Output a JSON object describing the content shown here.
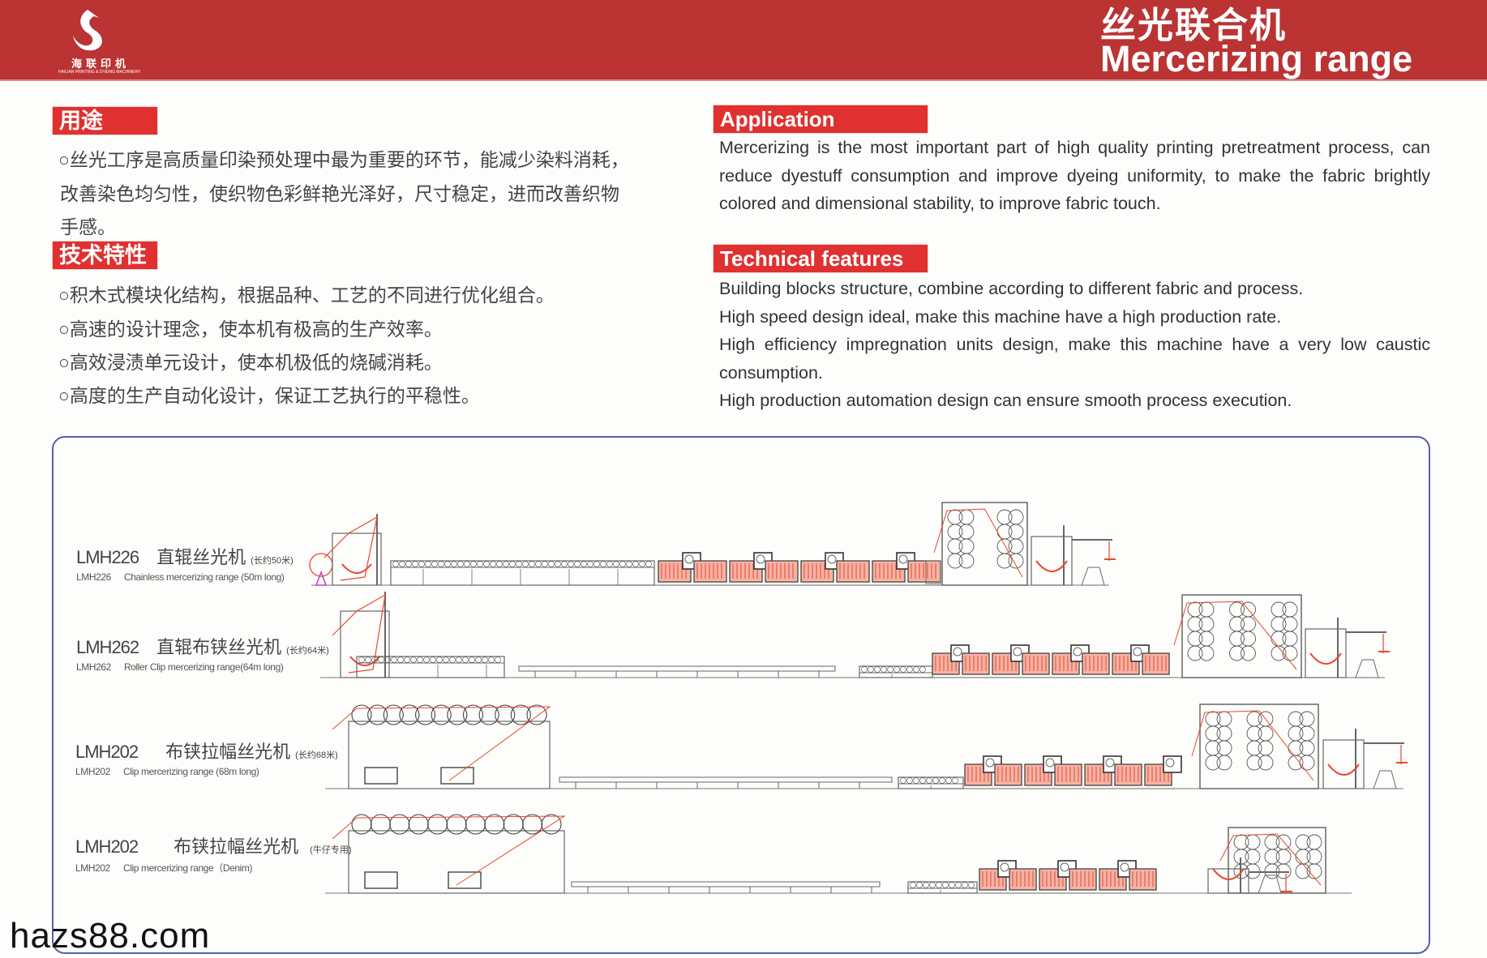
{
  "header": {
    "logo_cn": "海联印机",
    "logo_en": "HAILIAN PRINTING & DYEING MACHINERY",
    "title_cn": "丝光联合机",
    "title_en": "Mercerizing range"
  },
  "left": {
    "usage_tag": "用途",
    "usage_lines": [
      "○丝光工序是高质量印染预处理中最为重要的环节，能减少染料消耗，",
      "改善染色均匀性，使织物色彩鲜艳光泽好，尺寸稳定，进而改善织物",
      "手感。"
    ],
    "features_tag": "技术特性",
    "features_lines": [
      "○积木式模块化结构，根据品种、工艺的不同进行优化组合。",
      "○高速的设计理念，使本机有极高的生产效率。",
      "○高效浸渍单元设计，使本机极低的烧碱消耗。",
      "○高度的生产自动化设计，保证工艺执行的平稳性。"
    ]
  },
  "right": {
    "application_tag": "Application",
    "application_lines": [
      "Mercerizing is the most important part of high quality printing pretreatment process, can",
      "reduce dyestuff consumption and improve dyeing uniformity, to make the fabric brightly",
      "colored and dimensional stability, to improve fabric touch."
    ],
    "features_tag": "Technical features",
    "features_lines": [
      "Building blocks structure, combine according to different fabric and process.",
      "High speed design ideal, make this machine have a high production rate.",
      "High efficiency impregnation units design, make this machine have a very low caustic",
      "consumption.",
      "High production automation design can ensure smooth process execution."
    ]
  },
  "machines": [
    {
      "model": "LMH226",
      "name_cn": "直辊丝光机",
      "length_cn": "(长约50米)",
      "model_en": "LMH226",
      "name_en": "Chainless mercerizing range (50m long)"
    },
    {
      "model": "LMH262",
      "name_cn": "直辊布铗丝光机",
      "length_cn": "(长约64米)",
      "model_en": "LMH262",
      "name_en": "Roller Clip mercerizing range(64m long)"
    },
    {
      "model": "LMH202",
      "name_cn": "布铗拉幅丝光机",
      "length_cn": "(长约68米)",
      "model_en": "LMH202",
      "name_en": "Clip mercerizing range (68m long)"
    },
    {
      "model": "LMH202",
      "name_cn": "布铗拉幅丝光机",
      "length_cn": "(牛仔专用)",
      "model_en": "LMH202",
      "name_en": "Clip mercerizing range（Denim)"
    }
  ],
  "watermark": "hazs88.com",
  "colors": {
    "header": "#bb3333",
    "tag": "#e03030",
    "panel_border": "#5560a8",
    "fabric_line": "#e8472f",
    "frame_line": "#555555"
  }
}
